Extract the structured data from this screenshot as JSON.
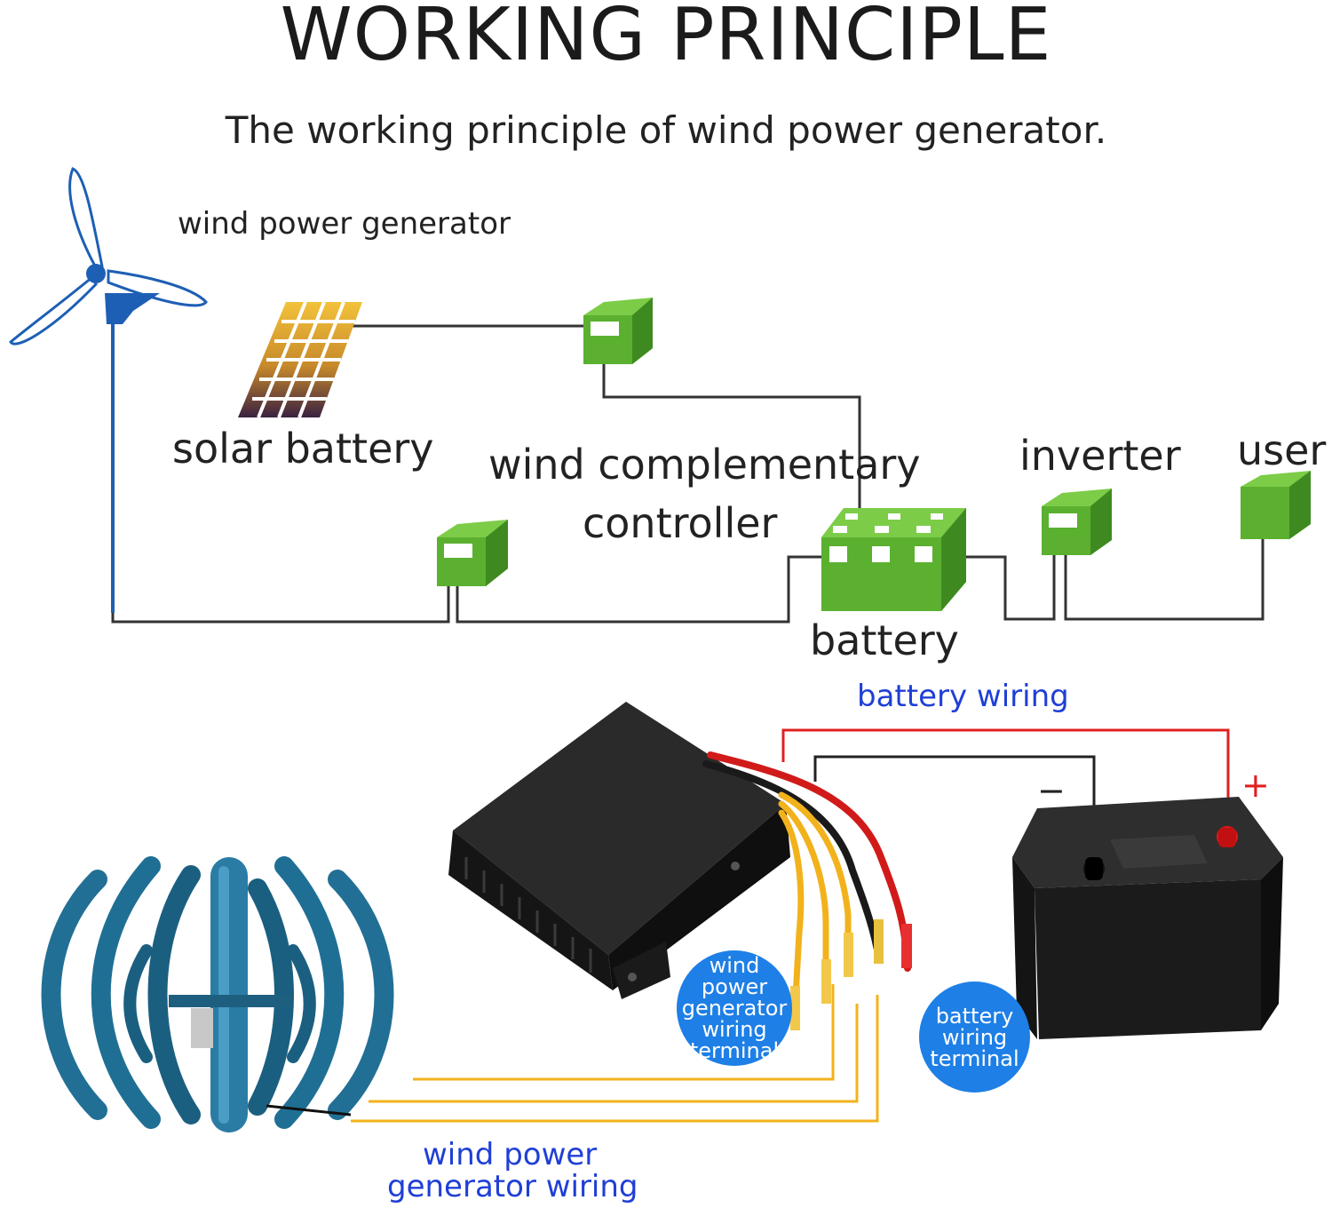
{
  "title": "WORKING PRINCIPLE",
  "subtitle": "The working principle of wind power generator.",
  "diagram": {
    "wind_power_generator": "wind power generator",
    "solar_battery": "solar battery",
    "controller_line1": "wind complementary",
    "controller_line2": "controller",
    "inverter": "inverter",
    "user": "user",
    "battery": "battery"
  },
  "wiring": {
    "battery_wiring": "battery wiring",
    "minus": "−",
    "plus": "+",
    "wind_terminal": [
      "wind",
      "power",
      "generator",
      "wiring",
      "terminal"
    ],
    "battery_terminal": [
      "battery",
      "wiring",
      "terminal"
    ],
    "wind_wiring_line1": "wind power",
    "wind_wiring_line2": "generator wiring"
  },
  "colors": {
    "box_green": "#5bb030",
    "wire_red": "#e02020",
    "wire_yellow": "#f2b21c",
    "label_blue": "#1f3fd6",
    "bubble_blue": "#1e7fe6",
    "turbine_blue": "#1d5fb4",
    "lantern_teal": "#1f6f95"
  }
}
